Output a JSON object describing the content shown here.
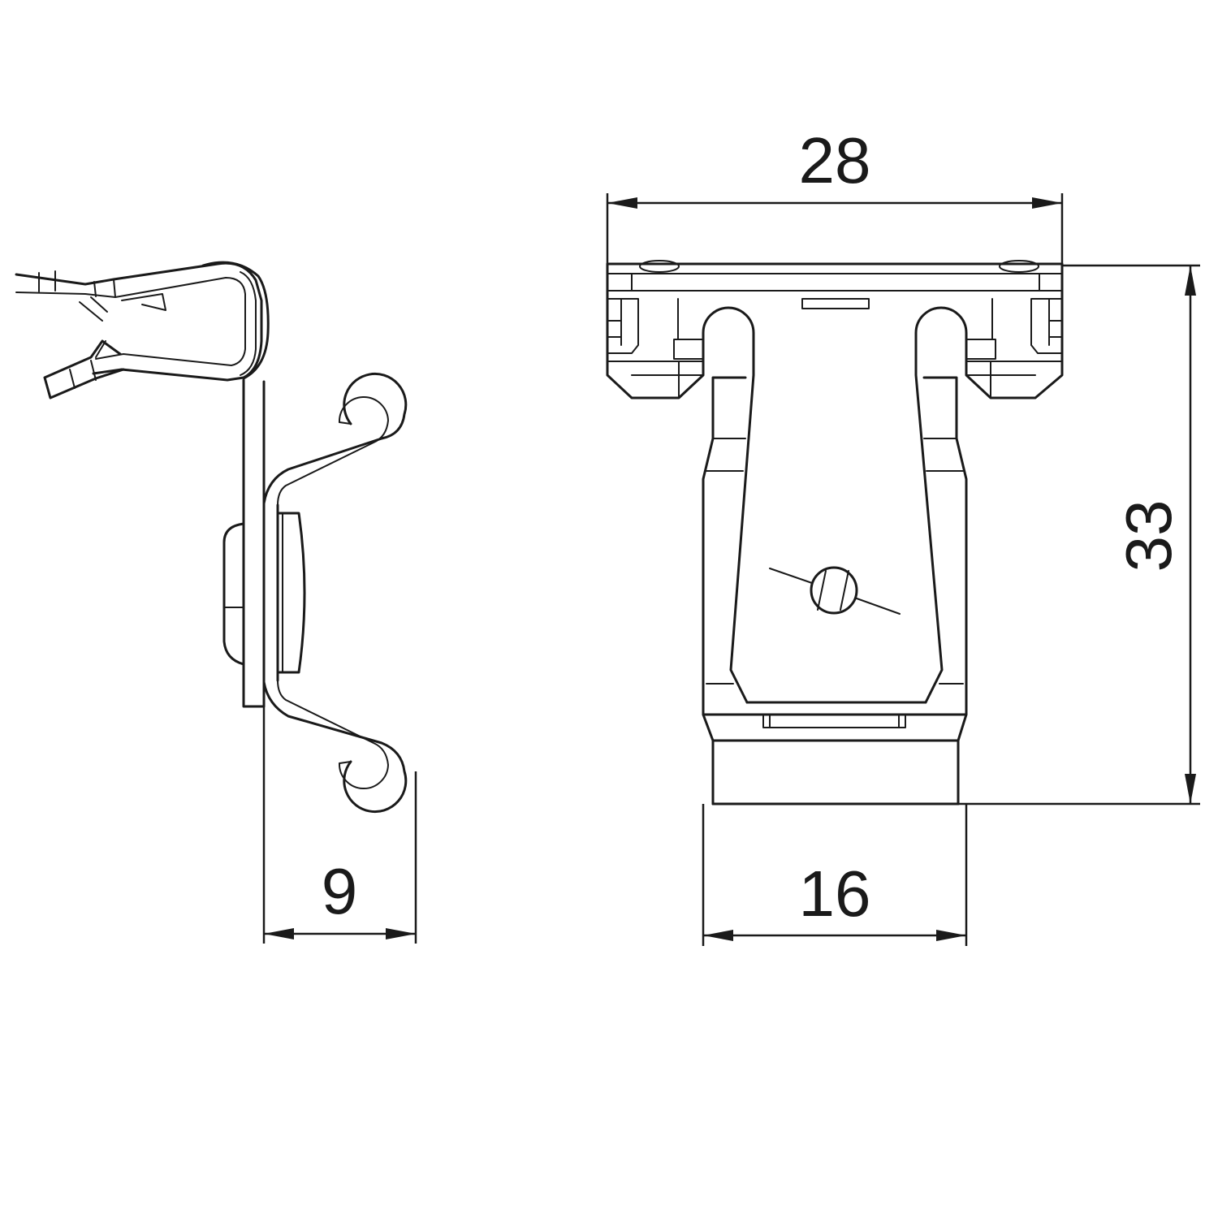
{
  "dimensions": {
    "side_depth": "9",
    "front_width_top": "28",
    "front_width_bottom": "16",
    "front_height": "33"
  }
}
